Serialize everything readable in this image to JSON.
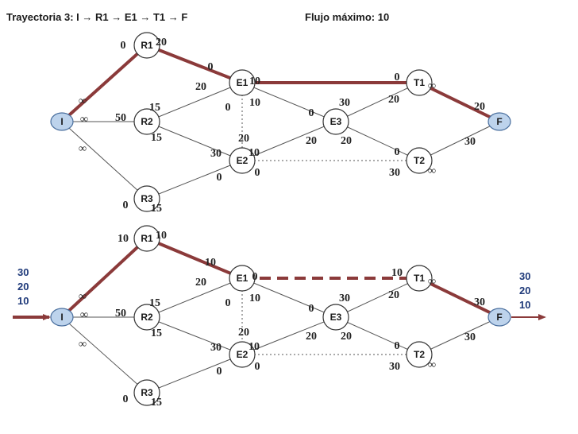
{
  "header": {
    "path_title": "Trayectoria 3: I → R1 → E1 → T1 → F",
    "max_flow": "Flujo máximo: 10"
  },
  "colors": {
    "path": "#8b3a3a",
    "edge": "#555555",
    "source_sink_fill": "#bdd3ec",
    "node_fill": "#ffffff",
    "ext_text": "#1f3a7a"
  },
  "networks": [
    {
      "id": "top",
      "nodes": [
        {
          "id": "I",
          "label": "I"
        },
        {
          "id": "R1",
          "label": "R1"
        },
        {
          "id": "R2",
          "label": "R2"
        },
        {
          "id": "R3",
          "label": "R3"
        },
        {
          "id": "E1",
          "label": "E1"
        },
        {
          "id": "E2",
          "label": "E2"
        },
        {
          "id": "E3",
          "label": "E3"
        },
        {
          "id": "T1",
          "label": "T1"
        },
        {
          "id": "T2",
          "label": "T2"
        },
        {
          "id": "F",
          "label": "F"
        }
      ],
      "edges": [
        {
          "from": "I",
          "to": "R1",
          "style": "path"
        },
        {
          "from": "I",
          "to": "R2",
          "style": "normal"
        },
        {
          "from": "I",
          "to": "R3",
          "style": "normal"
        },
        {
          "from": "R1",
          "to": "E1",
          "style": "path"
        },
        {
          "from": "R2",
          "to": "E1",
          "style": "normal"
        },
        {
          "from": "R2",
          "to": "E2",
          "style": "normal"
        },
        {
          "from": "R3",
          "to": "E2",
          "style": "normal"
        },
        {
          "from": "E1",
          "to": "E2",
          "style": "dotted"
        },
        {
          "from": "E1",
          "to": "E3",
          "style": "normal"
        },
        {
          "from": "E1",
          "to": "T1",
          "style": "path"
        },
        {
          "from": "E2",
          "to": "E3",
          "style": "normal"
        },
        {
          "from": "E2",
          "to": "T2",
          "style": "dotted"
        },
        {
          "from": "E3",
          "to": "T1",
          "style": "normal"
        },
        {
          "from": "E3",
          "to": "T2",
          "style": "normal"
        },
        {
          "from": "T1",
          "to": "F",
          "style": "path"
        },
        {
          "from": "T2",
          "to": "F",
          "style": "normal"
        }
      ],
      "labels": [
        {
          "text": "0",
          "at": "R1",
          "side": "w"
        },
        {
          "text": "20",
          "at": "R1",
          "side": "ne"
        },
        {
          "text": "∞",
          "at": "I",
          "side": "ne"
        },
        {
          "text": "∞",
          "at": "I",
          "side": "e"
        },
        {
          "text": "∞",
          "at": "I",
          "side": "se"
        },
        {
          "text": "50",
          "at": "R2",
          "side": "w"
        },
        {
          "text": "15",
          "at": "R2",
          "side": "ne"
        },
        {
          "text": "15",
          "at": "R2",
          "side": "se"
        },
        {
          "text": "0",
          "at": "R3",
          "side": "w"
        },
        {
          "text": "15",
          "at": "R3",
          "side": "se"
        },
        {
          "text": "0",
          "at": "E1",
          "side": "nw"
        },
        {
          "text": "20",
          "at": "E1",
          "side": "w"
        },
        {
          "text": "10",
          "at": "E1",
          "side": "e"
        },
        {
          "text": "10",
          "at": "E1",
          "side": "se"
        },
        {
          "text": "0",
          "at": "E1",
          "side": "sw"
        },
        {
          "text": "20",
          "at": "E2",
          "side": "n"
        },
        {
          "text": "30",
          "at": "E2",
          "side": "nw"
        },
        {
          "text": "10",
          "at": "E2",
          "side": "ne"
        },
        {
          "text": "0",
          "at": "E2",
          "side": "sw"
        },
        {
          "text": "0",
          "at": "E2",
          "side": "se"
        },
        {
          "text": "0",
          "at": "E3",
          "side": "nw"
        },
        {
          "text": "30",
          "at": "E3",
          "side": "ne"
        },
        {
          "text": "20",
          "at": "E3",
          "side": "sw"
        },
        {
          "text": "20",
          "at": "E3",
          "side": "se"
        },
        {
          "text": "0",
          "at": "T1",
          "side": "nw"
        },
        {
          "text": "20",
          "at": "T1",
          "side": "sw"
        },
        {
          "text": "∞",
          "at": "T1",
          "side": "e"
        },
        {
          "text": "0",
          "at": "T2",
          "side": "nw"
        },
        {
          "text": "30",
          "at": "T2",
          "side": "sw"
        },
        {
          "text": "∞",
          "at": "T2",
          "side": "se"
        },
        {
          "text": "20",
          "at": "F",
          "side": "nw"
        },
        {
          "text": "30",
          "at": "F",
          "side": "sw"
        }
      ]
    },
    {
      "id": "bottom",
      "nodes": [
        {
          "id": "I",
          "label": "I"
        },
        {
          "id": "R1",
          "label": "R1"
        },
        {
          "id": "R2",
          "label": "R2"
        },
        {
          "id": "R3",
          "label": "R3"
        },
        {
          "id": "E1",
          "label": "E1"
        },
        {
          "id": "E2",
          "label": "E2"
        },
        {
          "id": "E3",
          "label": "E3"
        },
        {
          "id": "T1",
          "label": "T1"
        },
        {
          "id": "T2",
          "label": "T2"
        },
        {
          "id": "F",
          "label": "F"
        }
      ],
      "edges": [
        {
          "from": "I",
          "to": "R1",
          "style": "path"
        },
        {
          "from": "I",
          "to": "R2",
          "style": "normal"
        },
        {
          "from": "I",
          "to": "R3",
          "style": "normal"
        },
        {
          "from": "R1",
          "to": "E1",
          "style": "path"
        },
        {
          "from": "R2",
          "to": "E1",
          "style": "normal"
        },
        {
          "from": "R2",
          "to": "E2",
          "style": "normal"
        },
        {
          "from": "R3",
          "to": "E2",
          "style": "normal"
        },
        {
          "from": "E1",
          "to": "E2",
          "style": "dotted"
        },
        {
          "from": "E1",
          "to": "E3",
          "style": "normal"
        },
        {
          "from": "E1",
          "to": "T1",
          "style": "path-dashed"
        },
        {
          "from": "E2",
          "to": "E3",
          "style": "normal"
        },
        {
          "from": "E2",
          "to": "T2",
          "style": "dotted"
        },
        {
          "from": "E3",
          "to": "T1",
          "style": "normal"
        },
        {
          "from": "E3",
          "to": "T2",
          "style": "normal"
        },
        {
          "from": "T1",
          "to": "F",
          "style": "path"
        },
        {
          "from": "T2",
          "to": "F",
          "style": "normal"
        }
      ],
      "labels": [
        {
          "text": "10",
          "at": "R1",
          "side": "w"
        },
        {
          "text": "10",
          "at": "R1",
          "side": "ne"
        },
        {
          "text": "∞",
          "at": "I",
          "side": "ne"
        },
        {
          "text": "∞",
          "at": "I",
          "side": "e"
        },
        {
          "text": "∞",
          "at": "I",
          "side": "se"
        },
        {
          "text": "50",
          "at": "R2",
          "side": "w"
        },
        {
          "text": "15",
          "at": "R2",
          "side": "ne"
        },
        {
          "text": "15",
          "at": "R2",
          "side": "se"
        },
        {
          "text": "0",
          "at": "R3",
          "side": "w"
        },
        {
          "text": "15",
          "at": "R3",
          "side": "se"
        },
        {
          "text": "10",
          "at": "E1",
          "side": "nw"
        },
        {
          "text": "20",
          "at": "E1",
          "side": "w"
        },
        {
          "text": "0",
          "at": "E1",
          "side": "e"
        },
        {
          "text": "10",
          "at": "E1",
          "side": "se"
        },
        {
          "text": "0",
          "at": "E1",
          "side": "sw"
        },
        {
          "text": "20",
          "at": "E2",
          "side": "n"
        },
        {
          "text": "30",
          "at": "E2",
          "side": "nw"
        },
        {
          "text": "10",
          "at": "E2",
          "side": "ne"
        },
        {
          "text": "0",
          "at": "E2",
          "side": "sw"
        },
        {
          "text": "0",
          "at": "E2",
          "side": "se"
        },
        {
          "text": "0",
          "at": "E3",
          "side": "nw"
        },
        {
          "text": "30",
          "at": "E3",
          "side": "ne"
        },
        {
          "text": "20",
          "at": "E3",
          "side": "sw"
        },
        {
          "text": "20",
          "at": "E3",
          "side": "se"
        },
        {
          "text": "10",
          "at": "T1",
          "side": "nw"
        },
        {
          "text": "20",
          "at": "T1",
          "side": "sw"
        },
        {
          "text": "∞",
          "at": "T1",
          "side": "e"
        },
        {
          "text": "0",
          "at": "T2",
          "side": "nw"
        },
        {
          "text": "30",
          "at": "T2",
          "side": "sw"
        },
        {
          "text": "∞",
          "at": "T2",
          "side": "se"
        },
        {
          "text": "30",
          "at": "F",
          "side": "nw"
        },
        {
          "text": "30",
          "at": "F",
          "side": "sw"
        }
      ],
      "inflow": [
        "30",
        "20",
        "10"
      ],
      "outflow": [
        "30",
        "20",
        "10"
      ]
    }
  ]
}
